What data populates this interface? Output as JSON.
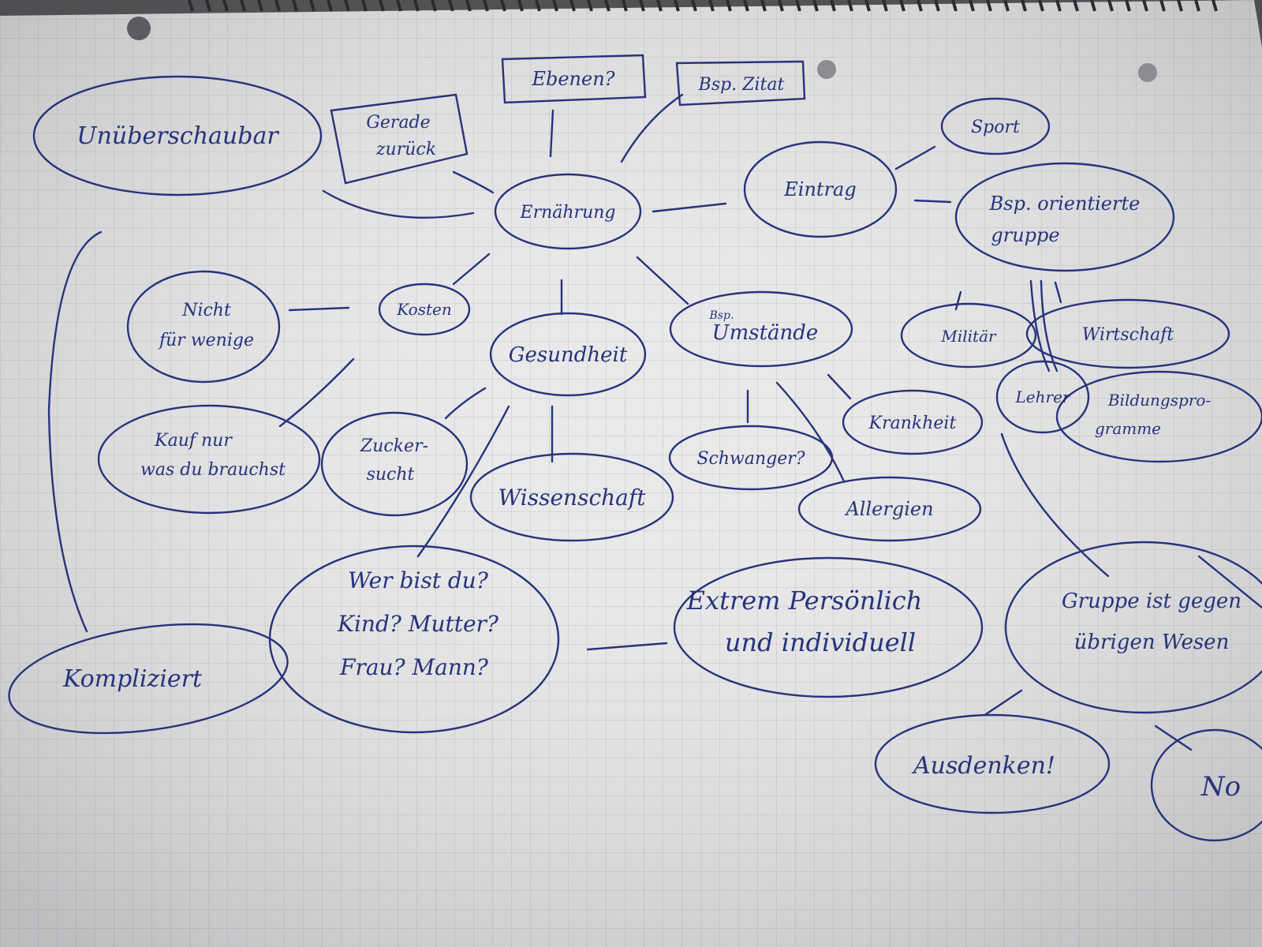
{
  "title": "",
  "colors": {
    "paper": "#e9e9ea",
    "grid": "#c9cacd",
    "ink": "#27337a",
    "background": "#3a3b3d"
  },
  "nodes": [
    {
      "id": "ernaehrung",
      "shape": "ellipse",
      "lines": [
        "Ernährung"
      ]
    },
    {
      "id": "ebenen",
      "shape": "box",
      "lines": [
        "Ebenen?"
      ]
    },
    {
      "id": "bsp-zitat",
      "shape": "box",
      "lines": [
        "Bsp. Zitat"
      ]
    },
    {
      "id": "gerade-zurueck",
      "shape": "box",
      "lines": [
        "Gerade",
        "zurück"
      ]
    },
    {
      "id": "unueberschaubar",
      "shape": "ellipse",
      "lines": [
        "Unüberschaubar"
      ]
    },
    {
      "id": "eintrag",
      "shape": "ellipse",
      "lines": [
        "Eintrag"
      ]
    },
    {
      "id": "sport",
      "shape": "ellipse",
      "lines": [
        "Sport"
      ]
    },
    {
      "id": "orientierte-gruppe",
      "shape": "ellipse",
      "lines": [
        "Bsp. orientierte",
        "gruppe"
      ]
    },
    {
      "id": "kosten",
      "shape": "ellipse",
      "lines": [
        "Kosten"
      ]
    },
    {
      "id": "nicht-fuer-wenige",
      "shape": "ellipse",
      "lines": [
        "Nicht",
        "für wenige"
      ]
    },
    {
      "id": "gesundheit",
      "shape": "ellipse",
      "lines": [
        "Gesundheit"
      ]
    },
    {
      "id": "umstaende",
      "shape": "ellipse",
      "lines": [
        "Bsp.",
        "Umstände"
      ]
    },
    {
      "id": "militaer",
      "shape": "ellipse",
      "lines": [
        "Militär"
      ]
    },
    {
      "id": "wirtschaft",
      "shape": "ellipse",
      "lines": [
        "Wirtschaft"
      ]
    },
    {
      "id": "lehrer",
      "shape": "ellipse",
      "lines": [
        "Lehrer"
      ]
    },
    {
      "id": "bildungsprogramme",
      "shape": "ellipse",
      "lines": [
        "Bildungspro-",
        "gramme"
      ]
    },
    {
      "id": "kauf",
      "shape": "ellipse",
      "lines": [
        "Kauf nur",
        "was du brauchst"
      ]
    },
    {
      "id": "zucker",
      "shape": "ellipse",
      "lines": [
        "Zucker-",
        "sucht"
      ]
    },
    {
      "id": "wissenschaft",
      "shape": "ellipse",
      "lines": [
        "Wissenschaft"
      ]
    },
    {
      "id": "schwanger",
      "shape": "ellipse",
      "lines": [
        "Schwanger?"
      ]
    },
    {
      "id": "krankheit",
      "shape": "ellipse",
      "lines": [
        "Krankheit"
      ]
    },
    {
      "id": "allergien",
      "shape": "ellipse",
      "lines": [
        "Allergien"
      ]
    },
    {
      "id": "wer-bist-du",
      "shape": "ellipse",
      "lines": [
        "Wer bist du?",
        "Kind? Mutter?",
        "Frau? Mann?"
      ]
    },
    {
      "id": "extrem",
      "shape": "ellipse",
      "lines": [
        "Extrem Persönlich",
        "und individuell"
      ]
    },
    {
      "id": "gruppe",
      "shape": "ellipse",
      "lines": [
        "Gruppe ist gegen",
        "übrigen Wesen"
      ]
    },
    {
      "id": "kompliziert",
      "shape": "ellipse",
      "lines": [
        "Kompliziert"
      ]
    },
    {
      "id": "ausdenken",
      "shape": "ellipse",
      "lines": [
        "Ausdenken!"
      ]
    },
    {
      "id": "no",
      "shape": "ellipse",
      "lines": [
        "No"
      ]
    }
  ]
}
